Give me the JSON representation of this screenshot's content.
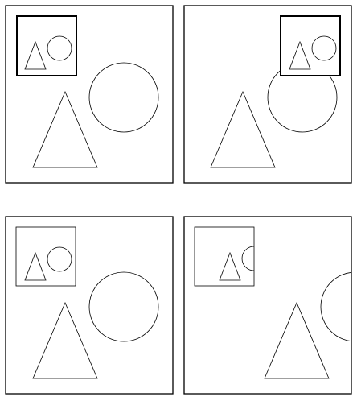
{
  "diagram": {
    "panels": [
      {
        "id": "top-left",
        "shapes": [
          "large-triangle",
          "large-circle"
        ],
        "inset": {
          "style": "bold",
          "shapes": [
            "small-triangle",
            "small-circle"
          ]
        }
      },
      {
        "id": "top-right",
        "shapes": [
          "large-triangle",
          "large-circle"
        ],
        "inset": {
          "style": "bold",
          "shapes": [
            "small-triangle",
            "small-circle"
          ]
        }
      },
      {
        "id": "bottom-left",
        "shapes": [
          "large-triangle",
          "large-circle"
        ],
        "inset": {
          "style": "thin",
          "shapes": [
            "small-triangle",
            "small-circle"
          ]
        }
      },
      {
        "id": "bottom-right",
        "shapes": [
          "large-triangle",
          "large-circle-clipped"
        ],
        "inset": {
          "style": "thin",
          "shapes": [
            "small-triangle",
            "small-circle-clipped"
          ]
        }
      }
    ]
  }
}
